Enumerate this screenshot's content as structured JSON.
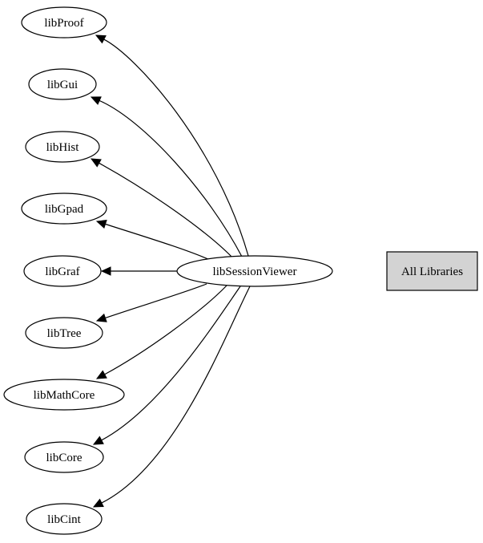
{
  "graph": {
    "type": "dependency-graph",
    "source": {
      "id": "libSessionViewer",
      "label": "libSessionViewer"
    },
    "targets": [
      {
        "id": "libProof",
        "label": "libProof"
      },
      {
        "id": "libGui",
        "label": "libGui"
      },
      {
        "id": "libHist",
        "label": "libHist"
      },
      {
        "id": "libGpad",
        "label": "libGpad"
      },
      {
        "id": "libGraf",
        "label": "libGraf"
      },
      {
        "id": "libTree",
        "label": "libTree"
      },
      {
        "id": "libMathCore",
        "label": "libMathCore"
      },
      {
        "id": "libCore",
        "label": "libCore"
      },
      {
        "id": "libCint",
        "label": "libCint"
      }
    ],
    "edges": [
      {
        "from": "libSessionViewer",
        "to": "libProof"
      },
      {
        "from": "libSessionViewer",
        "to": "libGui"
      },
      {
        "from": "libSessionViewer",
        "to": "libHist"
      },
      {
        "from": "libSessionViewer",
        "to": "libGpad"
      },
      {
        "from": "libSessionViewer",
        "to": "libGraf"
      },
      {
        "from": "libSessionViewer",
        "to": "libTree"
      },
      {
        "from": "libSessionViewer",
        "to": "libMathCore"
      },
      {
        "from": "libSessionViewer",
        "to": "libCore"
      },
      {
        "from": "libSessionViewer",
        "to": "libCint"
      }
    ],
    "link_box": {
      "label": "All Libraries",
      "fill": "#d3d3d3"
    }
  }
}
